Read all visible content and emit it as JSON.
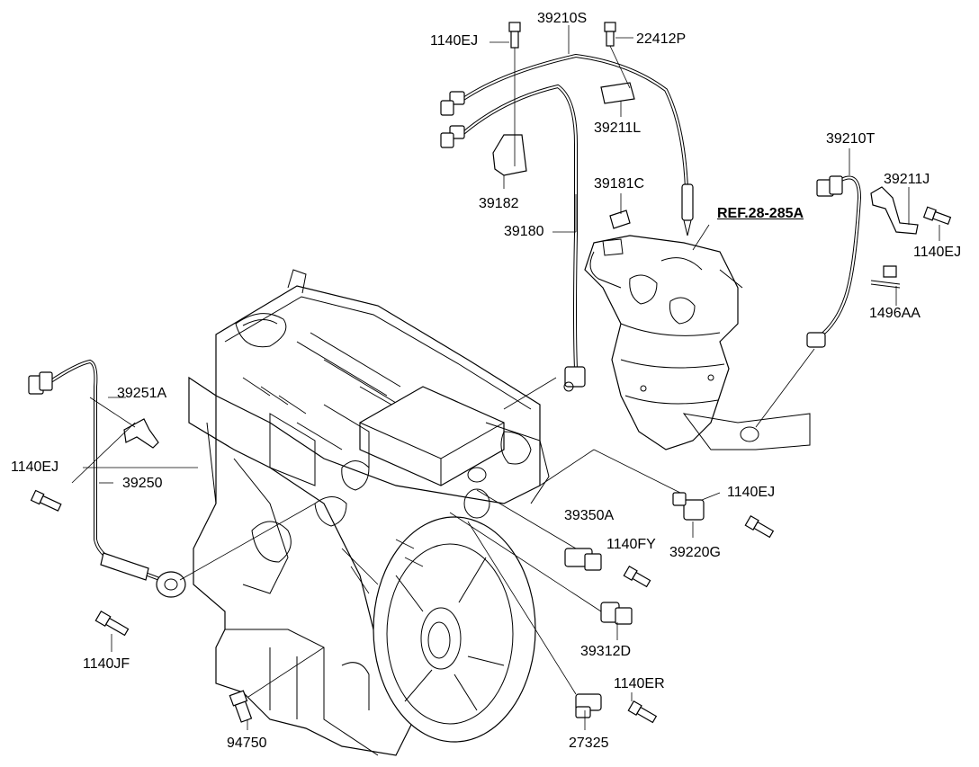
{
  "diagram": {
    "ref_label": "REF.28-285A",
    "parts": {
      "p1140EJ_top": "1140EJ",
      "p39210S": "39210S",
      "p22412P": "22412P",
      "p39211L": "39211L",
      "p39182": "39182",
      "p39181C": "39181C",
      "p39180": "39180",
      "p39210T": "39210T",
      "p39211J": "39211J",
      "p1140EJ_right": "1140EJ",
      "p1496AA": "1496AA",
      "p39251A": "39251A",
      "p1140EJ_left": "1140EJ",
      "p39250": "39250",
      "p1140EJ_mid": "1140EJ",
      "p39350A": "39350A",
      "p1140FY": "1140FY",
      "p39220G": "39220G",
      "p39312D": "39312D",
      "p1140JF": "1140JF",
      "p1140ER": "1140ER",
      "p94750": "94750",
      "p27325": "27325"
    }
  }
}
